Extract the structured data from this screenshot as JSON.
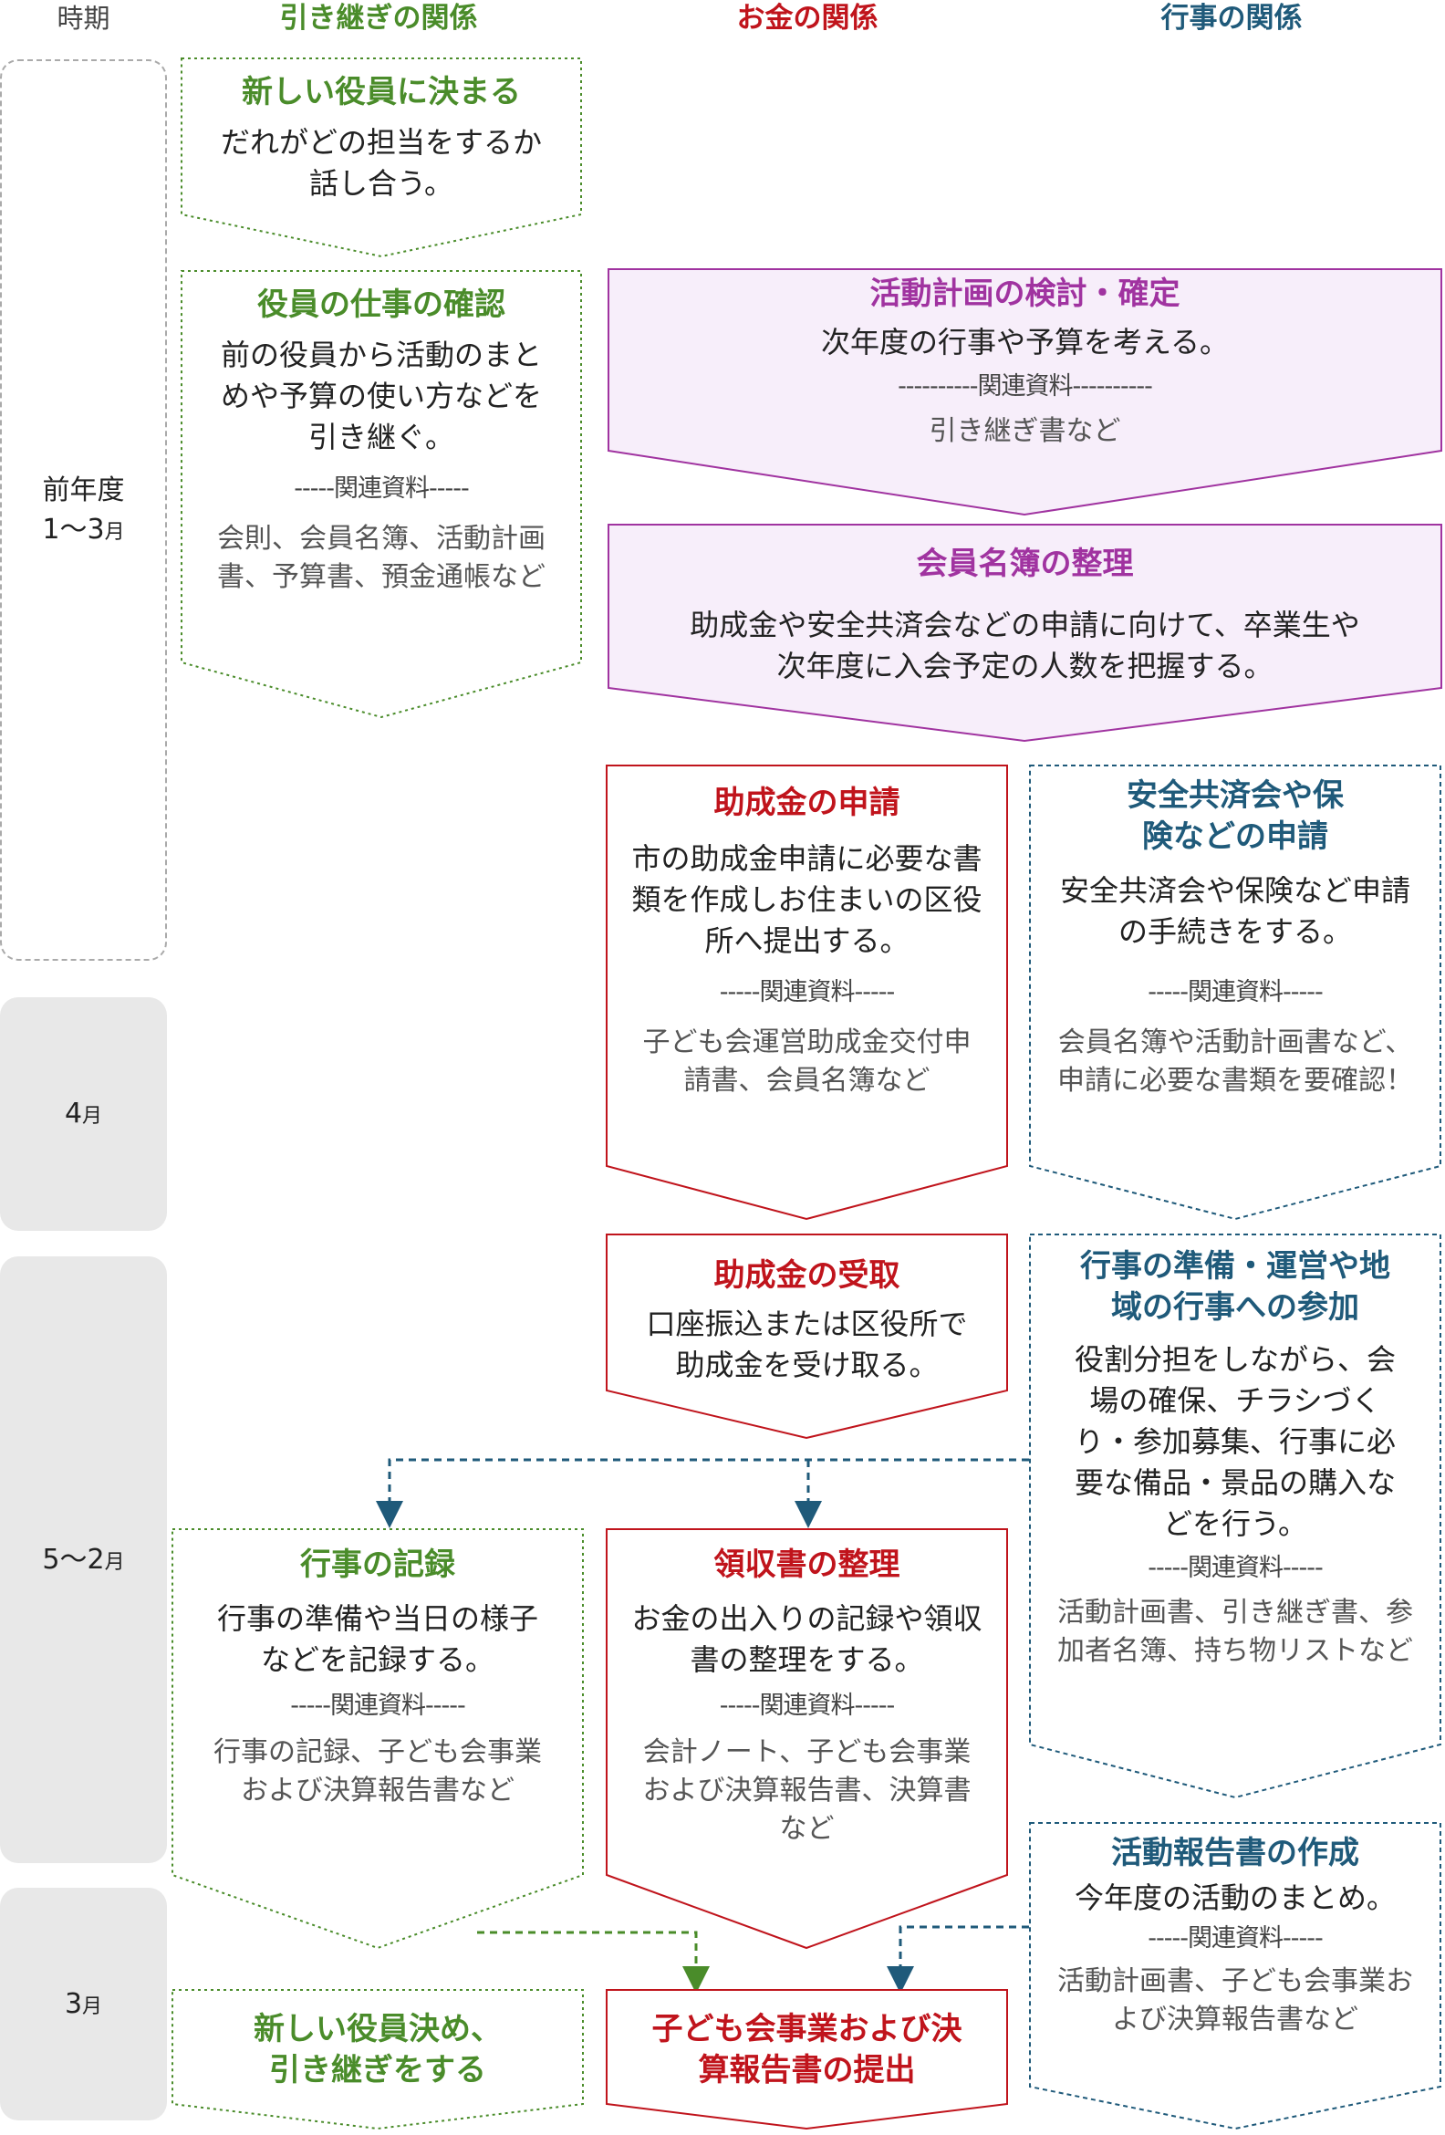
{
  "header": {
    "period": "時期",
    "handover": "引き継ぎの関係",
    "money": "お金の関係",
    "events": "行事の関係"
  },
  "periods": [
    {
      "label": "前年度",
      "value": "1～3",
      "unit": "月"
    },
    {
      "label": "",
      "value": "4",
      "unit": "月"
    },
    {
      "label": "",
      "value": "5～2",
      "unit": "月"
    },
    {
      "label": "",
      "value": "3",
      "unit": "月"
    }
  ],
  "separator": "-----関連資料-----",
  "separator_long": "----------関連資料----------",
  "boxes": {
    "new_officers": {
      "title": "新しい役員に決まる",
      "desc": "だれがどの担当をするか話し合う。"
    },
    "officer_work": {
      "title": "役員の仕事の確認",
      "desc": "前の役員から活動のまとめや予算の使い方などを引き継ぐ。",
      "ref": "会則、会員名簿、活動計画書、予算書、預金通帳など"
    },
    "plan_review": {
      "title": "活動計画の検討・確定",
      "desc": "次年度の行事や予算を考える。",
      "ref": "引き継ぎ書など"
    },
    "member_list": {
      "title": "会員名簿の整理",
      "desc": "助成金や安全共済会などの申請に向けて、卒業生や次年度に入会予定の人数を把握する。"
    },
    "grant_apply": {
      "title": "助成金の申請",
      "desc": "市の助成金申請に必要な書類を作成しお住まいの区役所へ提出する。",
      "ref": "子ども会運営助成金交付申請書、会員名簿など"
    },
    "insurance_apply": {
      "title": "安全共済会や保険などの申請",
      "desc": "安全共済会や保険など申請の手続きをする。",
      "ref": "会員名簿や活動計画書など、申請に必要な書類を要確認！"
    },
    "grant_receive": {
      "title": "助成金の受取",
      "desc": "口座振込または区役所で助成金を受け取る。"
    },
    "event_prep": {
      "title": "行事の準備・運営や地域の行事への参加",
      "desc": "役割分担をしながら、会場の確保、チラシづくり・参加募集、行事に必要な備品・景品の購入などを行う。",
      "ref": "活動計画書、引き継ぎ書、参加者名簿、持ち物リストなど"
    },
    "event_record": {
      "title": "行事の記録",
      "desc": "行事の準備や当日の様子などを記録する。",
      "ref": "行事の記録、子ども会事業および決算報告書など"
    },
    "receipts": {
      "title": "領収書の整理",
      "desc": "お金の出入りの記録や領収書の整理をする。",
      "ref": "会計ノート、子ども会事業および決算報告書、決算書など"
    },
    "activity_report": {
      "title": "活動報告書の作成",
      "desc": "今年度の活動のまとめ。",
      "ref": "活動計画書、子ども会事業および決算報告書など"
    },
    "new_officers_handover": {
      "title": "新しい役員決め、引き継ぎをする"
    },
    "final_report": {
      "title": "子ども会事業および決算報告書の提出"
    }
  },
  "colors": {
    "green": "#4a8c2a",
    "purple": "#a033a0",
    "purple_fill": "#f7eefa",
    "red": "#c0141c",
    "blue": "#1f5a7a",
    "period_bg": "#e8e8e8"
  }
}
